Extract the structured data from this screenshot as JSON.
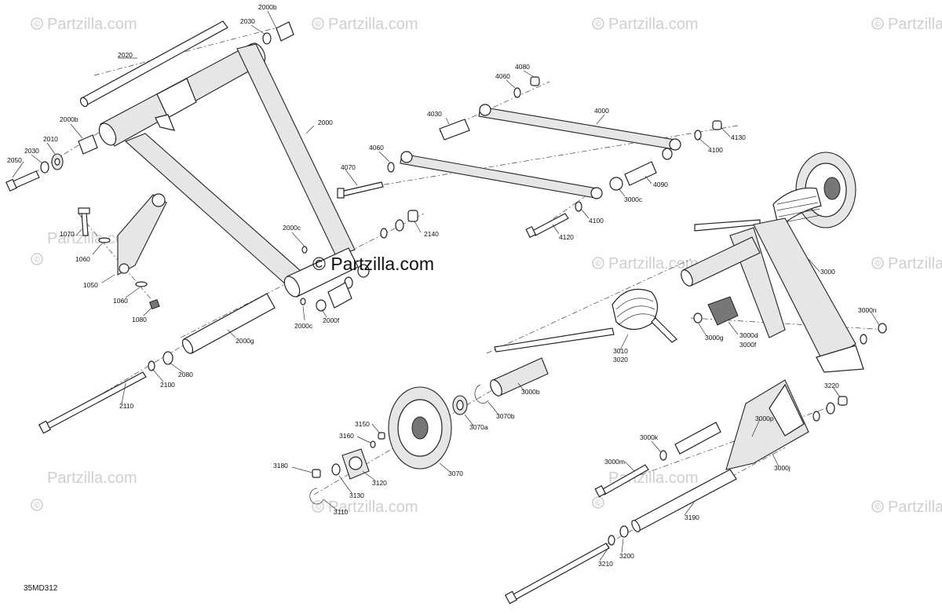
{
  "brand": {
    "watermark_text": "Partzilla.com",
    "copyright_symbol": "©",
    "center_label": "© Partzilla.com"
  },
  "diagram_ref": "35MD312",
  "labels": {
    "l2000b_a": "2000b",
    "l2030_a": "2030",
    "l2020": "2020",
    "l2000": "2000",
    "l2000b_b": "2000b",
    "l2030_b": "2030",
    "l2010": "2010",
    "l2050": "2050",
    "l1070": "1070",
    "l1060_a": "1060",
    "l1050": "1050",
    "l1060_b": "1060",
    "l1080": "1080",
    "l2000c_a": "2000c",
    "l2140": "2140",
    "l2000c_b": "2000c",
    "l2000f": "2000f",
    "l2000g": "2000g",
    "l2080": "2080",
    "l2100": "2100",
    "l2110": "2110",
    "l4080": "4080",
    "l4060_a": "4060",
    "l4030": "4030",
    "l4000": "4000",
    "l4060_b": "4060",
    "l4070": "4070",
    "l4130": "4130",
    "l4100_a": "4100",
    "l4090": "4090",
    "l3000c": "3000c",
    "l4100_b": "4100",
    "l4120": "4120",
    "l3000": "3000",
    "l3000n": "3000n",
    "l3000d": "3000d",
    "l3000f": "3000f",
    "l3000g": "3000g",
    "l3010": "3010",
    "l3020": "3020",
    "l3000b": "3000b",
    "l3070b": "3070b",
    "l3070a": "3070a",
    "l3070": "3070",
    "l3150": "3150",
    "l3160": "3160",
    "l3180": "3180",
    "l3120": "3120",
    "l3130": "3130",
    "l3110": "3110",
    "l3220": "3220",
    "l3000p": "3000p",
    "l3000k": "3000k",
    "l3000m": "3000m",
    "l3000j": "3000j",
    "l3190": "3190",
    "l3200": "3200",
    "l3210": "3210"
  }
}
